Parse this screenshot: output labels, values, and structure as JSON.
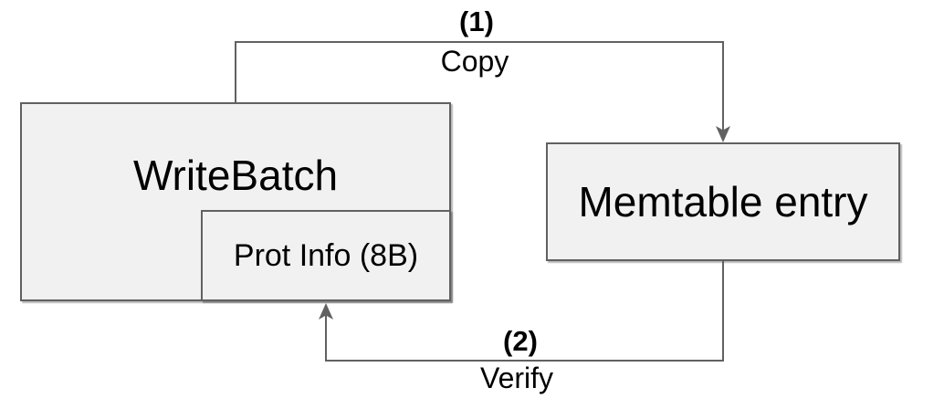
{
  "colors": {
    "background": "#ffffff",
    "node_fill": "#f1f1f1",
    "node_stroke": "#616161",
    "arrow": "#616161",
    "text": "#000000"
  },
  "nodes": {
    "writebatch": {
      "label": "WriteBatch"
    },
    "prot_info": {
      "label": "Prot Info (8B)"
    },
    "memtable_entry": {
      "label": "Memtable entry"
    }
  },
  "edges": {
    "copy": {
      "step": "(1)",
      "action": "Copy",
      "from": "WriteBatch",
      "to": "Memtable entry"
    },
    "verify": {
      "step": "(2)",
      "action": "Verify",
      "from": "Memtable entry",
      "to": "Prot Info (8B)"
    }
  }
}
